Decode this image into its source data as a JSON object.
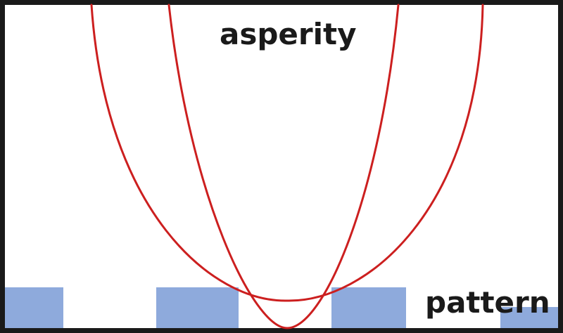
{
  "labels": {
    "asperity": "asperity",
    "pattern": "pattern"
  },
  "colors": {
    "asperity_curve": "#cc1f1f",
    "pattern_block": "#8eaadc",
    "frame": "#1a1a1a",
    "text": "#1a1a1a"
  },
  "icons": {
    "asperity_shape": "parabola-curve",
    "pattern_shape": "rectangle-block"
  }
}
